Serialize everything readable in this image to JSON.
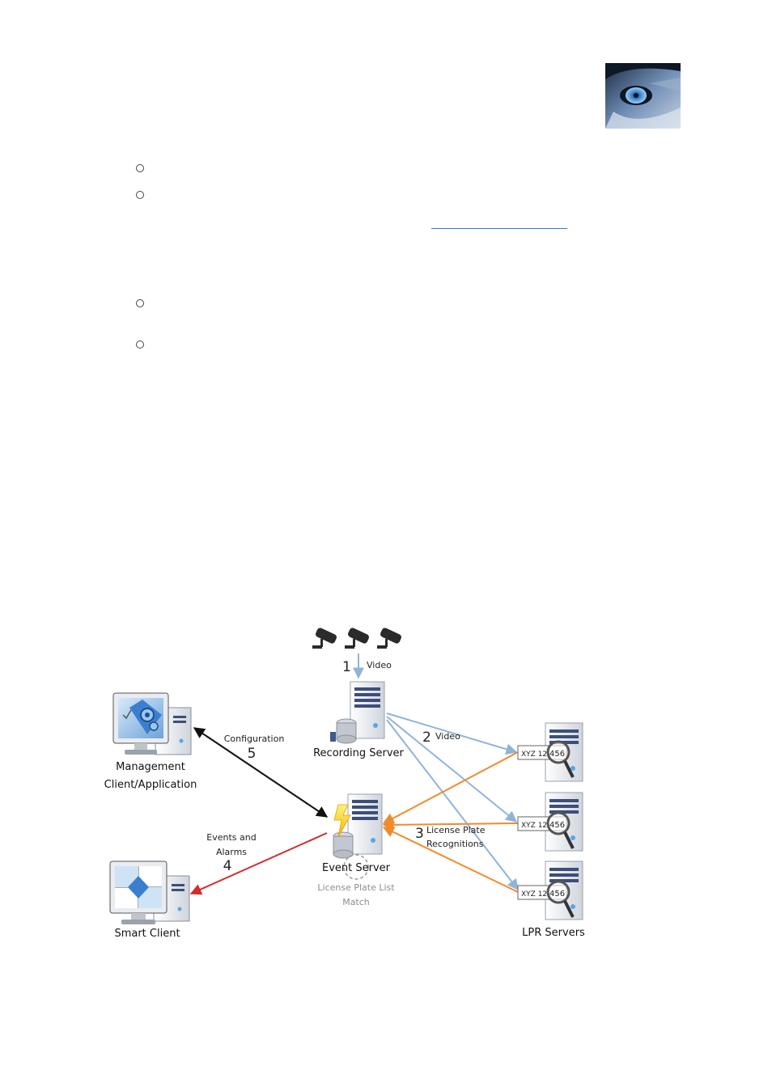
{
  "diagram": {
    "steps": {
      "s1": {
        "num": "1",
        "label": "Video"
      },
      "s2": {
        "num": "2",
        "label": "Video"
      },
      "s3": {
        "num": "3",
        "label_line1": "License Plate",
        "label_line2": "Recognitions"
      },
      "s4": {
        "num": "4",
        "label_line1": "Events and",
        "label_line2": "Alarms"
      },
      "s5": {
        "num": "5",
        "label": "Configuration"
      }
    },
    "nodes": {
      "recording_server": "Recording Server",
      "management_line1": "Management",
      "management_line2": "Client/Application",
      "event_server": "Event Server",
      "match_line1": "License Plate List",
      "match_line2": "Match",
      "smart_client": "Smart Client",
      "lpr_servers": "LPR Servers"
    },
    "plate": {
      "left": "XYZ 12",
      "right": "456"
    },
    "colors": {
      "video": "#8fb4d9",
      "recognition": "#f08a2c",
      "events": "#d22b2b",
      "configuration": "#111111",
      "server_body": "#e6e8ec",
      "server_stripe": "#3c4f7a",
      "match_text": "#8e8e8e"
    }
  }
}
